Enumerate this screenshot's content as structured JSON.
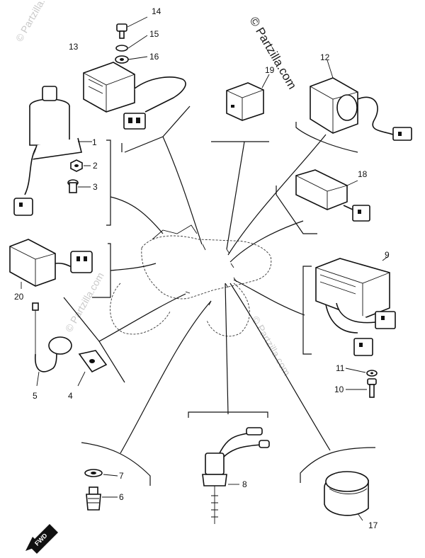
{
  "watermarks": {
    "main": "© Partzilla.com",
    "faint": "© Partzilla.com"
  },
  "callouts": [
    {
      "id": "14",
      "label": "14"
    },
    {
      "id": "15",
      "label": "15"
    },
    {
      "id": "16",
      "label": "16"
    },
    {
      "id": "13",
      "label": "13"
    },
    {
      "id": "12",
      "label": "12"
    },
    {
      "id": "19",
      "label": "19"
    },
    {
      "id": "1",
      "label": "1"
    },
    {
      "id": "2",
      "label": "2"
    },
    {
      "id": "3",
      "label": "3"
    },
    {
      "id": "18",
      "label": "18"
    },
    {
      "id": "9",
      "label": "9"
    },
    {
      "id": "20",
      "label": "20"
    },
    {
      "id": "11",
      "label": "11"
    },
    {
      "id": "10",
      "label": "10"
    },
    {
      "id": "5",
      "label": "5"
    },
    {
      "id": "4",
      "label": "4"
    },
    {
      "id": "7",
      "label": "7"
    },
    {
      "id": "8",
      "label": "8"
    },
    {
      "id": "6",
      "label": "6"
    },
    {
      "id": "17",
      "label": "17"
    }
  ],
  "direction_badge": "FWD",
  "colors": {
    "ink": "#111111",
    "watermark": "#c9c9c9",
    "paper": "#ffffff"
  }
}
